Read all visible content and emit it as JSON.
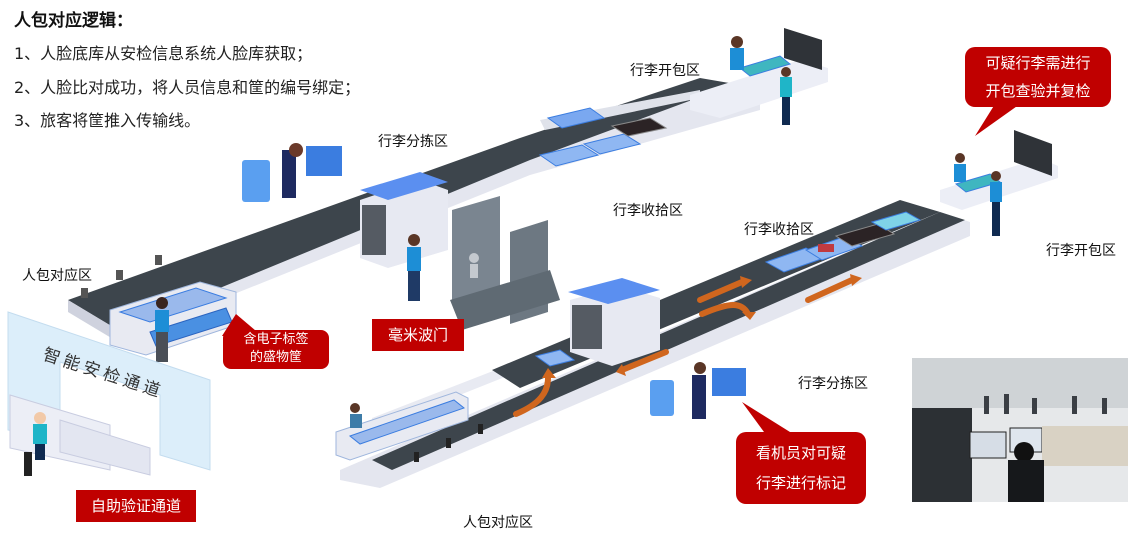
{
  "logic": {
    "title": "人包对应逻辑：",
    "steps": [
      "1、人脸底库从安检信息系统人脸库获取；",
      "2、人脸比对成功，将人员信息和筐的编号绑定；",
      "3、旅客将筐推入传输线。"
    ]
  },
  "zones": {
    "open_top": "行李开包区",
    "sort_top": "行李分拣区",
    "collect_mid": "行李收拾区",
    "collect_right": "行李收拾区",
    "open_right": "行李开包区",
    "match_left": "人包对应区",
    "sort_right": "行李分拣区",
    "match_bottom": "人包对应区"
  },
  "callouts": {
    "suspicious_open": [
      "可疑行李需进行",
      "开包查验并复检"
    ],
    "rfid_tray": [
      "含电子标签",
      "的盛物筐"
    ],
    "mmwave_gate": "毫米波门",
    "operator_mark": [
      "看机员对可疑",
      "行李进行标记"
    ],
    "self_verify": "自助验证通道"
  },
  "scene": {
    "smart_channel_sign": "智能安检通道",
    "accent_red": "#c00000",
    "belt_color": "#3d454c",
    "tray_blue": "#4a90e2",
    "arrow_orange": "#d0661e"
  },
  "photo": {
    "label": "security-checkpoint-photo"
  }
}
